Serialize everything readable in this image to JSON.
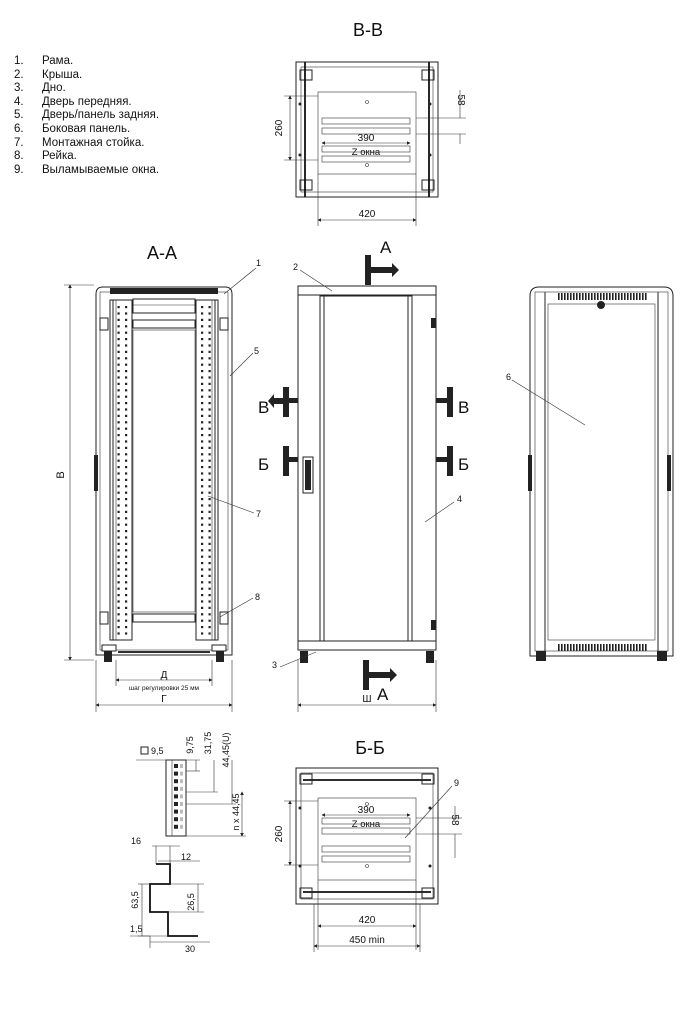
{
  "legend": [
    {
      "num": "1.",
      "text": "Рама."
    },
    {
      "num": "2.",
      "text": "Крыша."
    },
    {
      "num": "3.",
      "text": "Дно."
    },
    {
      "num": "4.",
      "text": "Дверь передняя."
    },
    {
      "num": "5.",
      "text": "Дверь/панель задняя."
    },
    {
      "num": "6.",
      "text": "Боковая панель."
    },
    {
      "num": "7.",
      "text": "Монтажная стойка."
    },
    {
      "num": "8.",
      "text": "Рейка."
    },
    {
      "num": "9.",
      "text": "Выламываемые окна."
    }
  ],
  "titles": {
    "vv": "В-В",
    "aa": "А-А",
    "bb": "Б-Б"
  },
  "section_marks": {
    "a": "А",
    "v": "В",
    "b": "Б"
  },
  "callouts": [
    "1",
    "2",
    "3",
    "4",
    "5",
    "6",
    "7",
    "8",
    "9"
  ],
  "dims_vv": {
    "h260": "260",
    "h58": "58",
    "w390": "390",
    "zwin": "Z окна",
    "w420": "420"
  },
  "dims_aa": {
    "height": "В",
    "depth_d": "Д",
    "step": "шаг регулировки 25 мм",
    "depth_g": "Г"
  },
  "dims_front": {
    "width": "Ш"
  },
  "dims_bb": {
    "h260": "260",
    "h58": "58",
    "w390": "390",
    "zwin": "Z окна",
    "w420": "420",
    "w450": "450 min"
  },
  "dims_rail": {
    "sq": "9,5",
    "d975": "9,75",
    "d3175": "31,75",
    "d4445u": "44,45(U)",
    "nx": "n x 44,45"
  },
  "dims_profile": {
    "d16": "16",
    "d12": "12",
    "d635": "63,5",
    "d265": "26,5",
    "d15": "1,5",
    "d30": "30"
  }
}
